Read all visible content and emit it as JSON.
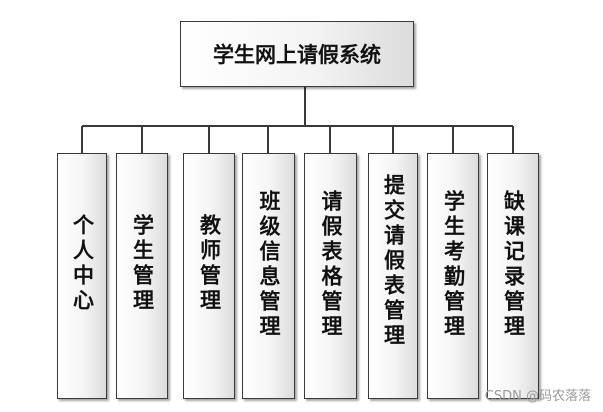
{
  "diagram": {
    "root": "学生网上请假系统",
    "modules": [
      "个人中心",
      "学生管理",
      "教师管理",
      "班级信息管理",
      "请假表格管理",
      "提交请假表管理",
      "学生考勤管理",
      "缺课记录管理"
    ]
  },
  "watermark": "CSDN @码农落落"
}
